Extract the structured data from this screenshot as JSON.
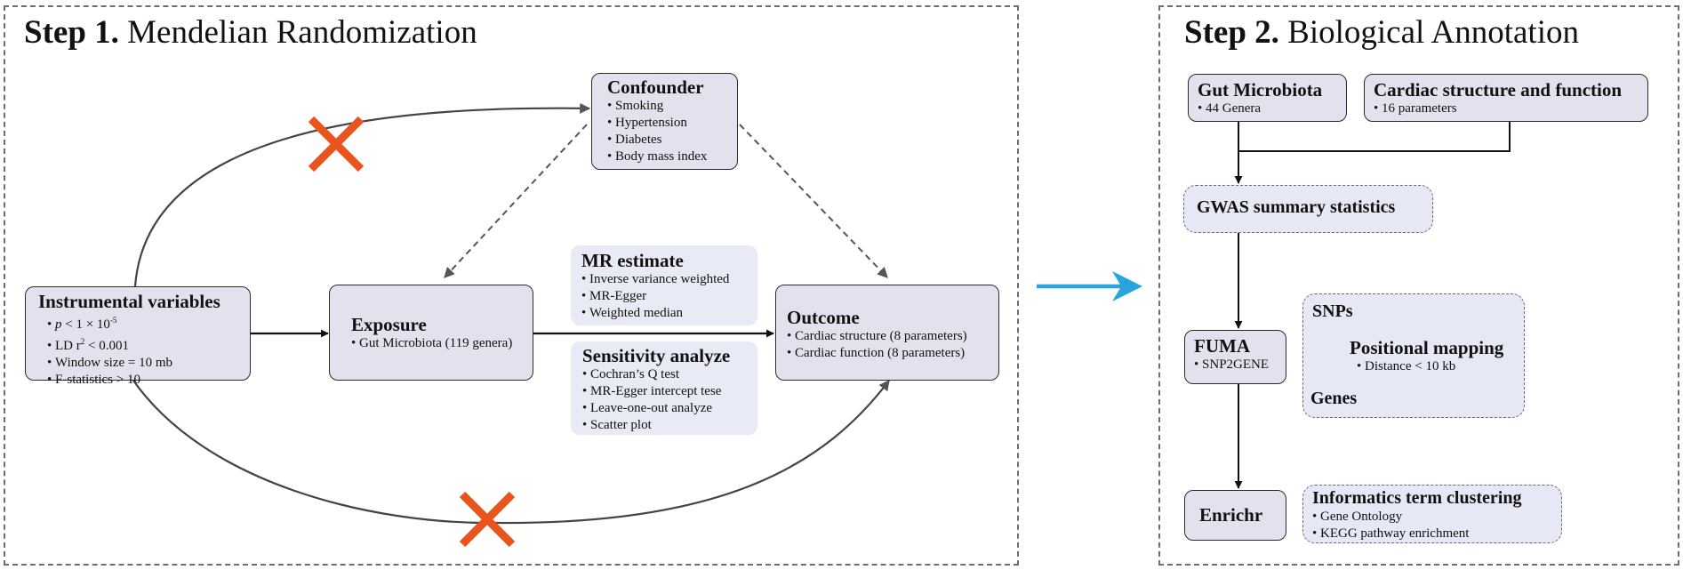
{
  "step1": {
    "step_label": "Step 1.",
    "title": "Mendelian Randomization",
    "confounder": {
      "title": "Confounder",
      "items": [
        "Smoking",
        "Hypertension",
        "Diabetes",
        "Body mass index"
      ]
    },
    "instrumental": {
      "title": "Instrumental variables",
      "p_var": "p",
      "p_rest": " < 1 × 10",
      "p_exp": "-5",
      "ld_prefix": "LD r",
      "ld_exp": "2",
      "ld_suffix": " < 0.001",
      "window": "Window size = 10 mb",
      "fstat": "F-statistics > 10"
    },
    "exposure": {
      "title": "Exposure",
      "items": [
        "Gut Microbiota (119 genera)"
      ]
    },
    "mr_estimate": {
      "title": "MR estimate",
      "items": [
        "Inverse variance weighted",
        "MR-Egger",
        "Weighted median"
      ]
    },
    "sensitivity": {
      "title": "Sensitivity analyze",
      "items": [
        "Cochran’s Q test",
        "MR-Egger intercept tese",
        "Leave-one-out analyze",
        "Scatter plot"
      ]
    },
    "outcome": {
      "title": "Outcome",
      "items": [
        "Cardiac structure (8 parameters)",
        "Cardiac function (8 parameters)"
      ]
    }
  },
  "step2": {
    "step_label": "Step 2.",
    "title": "Biological Annotation",
    "gut": {
      "title": "Gut Microbiota",
      "items": [
        "44 Genera"
      ]
    },
    "cardiac": {
      "title": "Cardiac structure and function",
      "items": [
        "16 parameters"
      ]
    },
    "gwas": {
      "title": "GWAS summary statistics"
    },
    "fuma": {
      "title": "FUMA",
      "items": [
        "SNP2GENE"
      ]
    },
    "snps": {
      "top": "SNPs",
      "mapping_title": "Positional mapping",
      "mapping_items": [
        "Distance < 10 kb"
      ],
      "bottom": "Genes"
    },
    "enrichr": {
      "title": "Enrichr"
    },
    "clustering": {
      "title": "Informatics term clustering",
      "items": [
        "Gene Ontology",
        "KEGG pathway enrichment"
      ]
    }
  },
  "colors": {
    "box_fill": "#e4e1ef",
    "dashed_box_fill": "#e6e8f5",
    "cross": "#e8541c",
    "step_arrow": "#29a3dc"
  }
}
